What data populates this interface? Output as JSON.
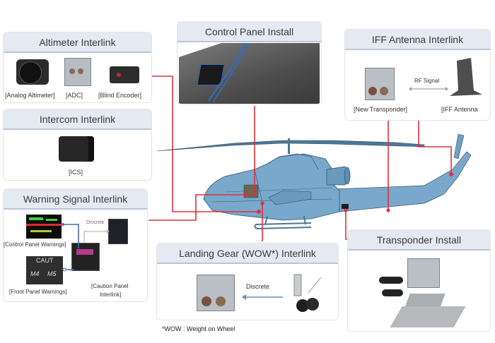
{
  "colors": {
    "connector": "#e0303a",
    "header_bg": "#e4e9f2",
    "helicopter": "#6f9fc4"
  },
  "panels": {
    "altimeter": {
      "title": "Altimeter Interlink",
      "items": [
        "[Analog Altimeter]",
        "[ADC]",
        "[Blind Encoder]"
      ]
    },
    "intercom": {
      "title": "Intercom Interlink",
      "items": [
        "[ICS]"
      ]
    },
    "warning": {
      "title": "Warning Signal Interlink",
      "items": [
        "[Control Panel Warnings]",
        "[Front Panel Warnings]",
        "[Caution Panel",
        "Interlink]"
      ],
      "signal": "Discrete",
      "caut_label": "CAUT",
      "m4": "M4",
      "m5": "M5"
    },
    "control_panel": {
      "title": "Control Panel Install"
    },
    "iff": {
      "title": "IFF Antenna Interlink",
      "items": [
        "[New Transponder]",
        "[IFF Antenna"
      ],
      "signal": "RF Signal"
    },
    "landing_gear": {
      "title": "Landing Gear (WOW*) Interlink",
      "signal": "Discrete"
    },
    "transponder_install": {
      "title": "Transponder Install"
    }
  },
  "footnote": "*WOW : Weight on Wheel"
}
